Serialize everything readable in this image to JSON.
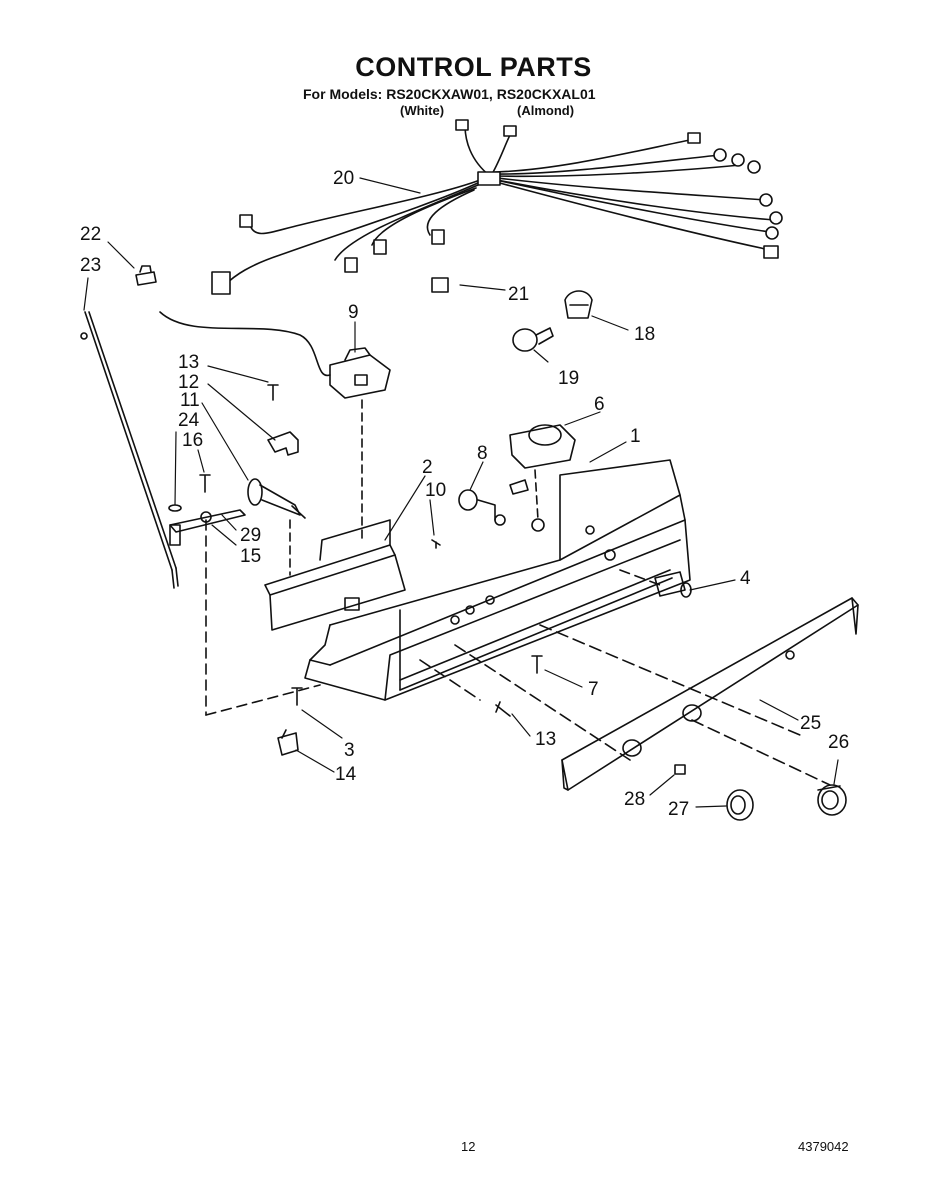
{
  "header": {
    "title": "CONTROL PARTS",
    "models": "For Models: RS20CKXAW01, RS20CKXAL01",
    "variants": [
      "(White)",
      "(Almond)"
    ]
  },
  "callouts": [
    "20",
    "22",
    "23",
    "21",
    "9",
    "18",
    "13",
    "12",
    "19",
    "11",
    "24",
    "6",
    "16",
    "1",
    "8",
    "2",
    "10",
    "29",
    "15",
    "4",
    "7",
    "3",
    "13",
    "25",
    "26",
    "14",
    "28",
    "27"
  ],
  "footer": {
    "page_number": "12",
    "doc_number": "4379042"
  }
}
